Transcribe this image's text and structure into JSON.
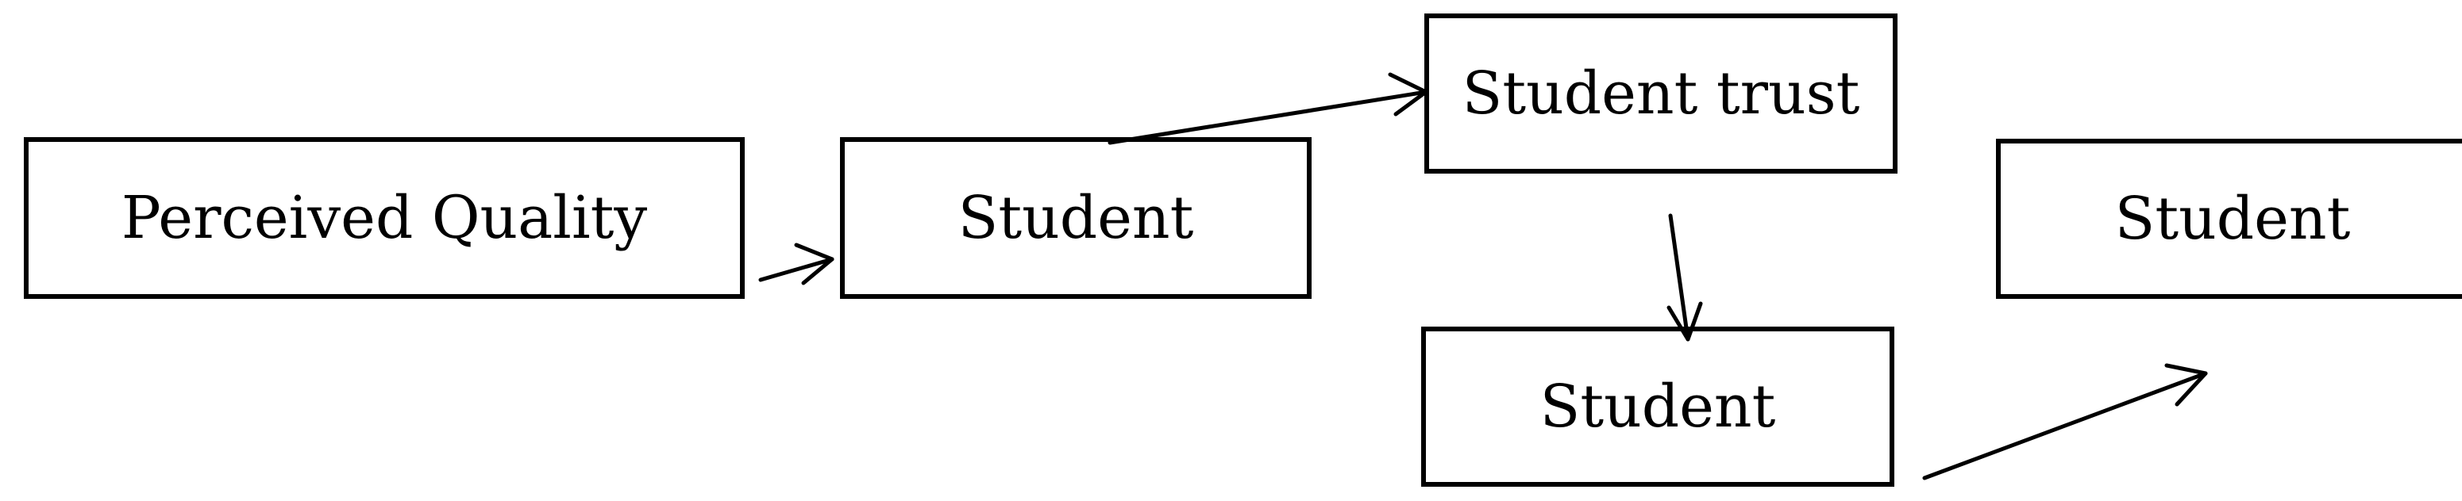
{
  "diagram": {
    "nodes": [
      {
        "id": "perceived-quality",
        "label": "Perceived Quality"
      },
      {
        "id": "student-1",
        "label": "Student"
      },
      {
        "id": "student-trust",
        "label": "Student trust"
      },
      {
        "id": "student-2",
        "label": "Student"
      },
      {
        "id": "student-3",
        "label": "Student"
      }
    ],
    "edges": [
      {
        "from": "perceived-quality",
        "to": "student-1"
      },
      {
        "from": "student-1",
        "to": "student-trust"
      },
      {
        "from": "student-trust",
        "to": "student-2"
      },
      {
        "from": "student-2",
        "to": "student-3"
      }
    ],
    "colors": {
      "stroke": "#000000",
      "background": "#ffffff"
    }
  }
}
